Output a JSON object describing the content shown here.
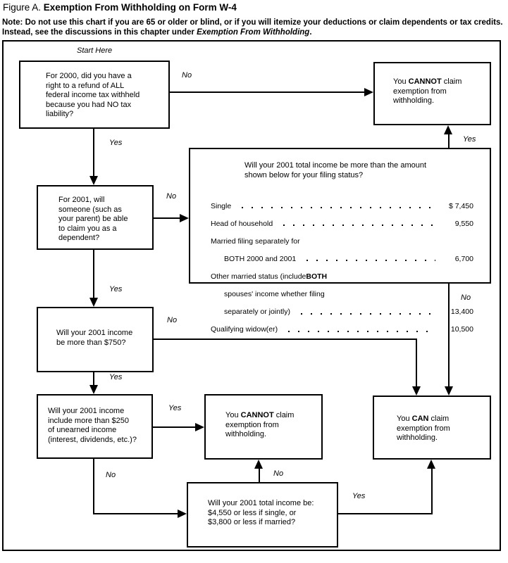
{
  "figure": {
    "label": "Figure A.",
    "title": "Exemption From Withholding on Form W-4"
  },
  "note": {
    "prefix": "Note:",
    "body": " Do not use this chart if you are 65 or older or blind, or if you will itemize your deductions or claim dependents or tax credits.\nInstead, see the discussions in this chapter under ",
    "emphasis": "Exemption From Withholding",
    "suffix": "."
  },
  "labels": {
    "start_here": "Start Here",
    "yes": "Yes",
    "no": "No"
  },
  "boxes": {
    "q_refund": {
      "text": "For 2000, did you have a\nright to a refund of ALL\nfederal income tax withheld\nbecause you had NO tax\nliability?"
    },
    "cannot_top": {
      "pre": "You ",
      "bold": "CANNOT",
      "post": " claim\nexemption  from\nwithholding."
    },
    "q_dependent": {
      "text": "For 2001, will\nsomeone (such as\nyour parent) be able\nto claim you as a\ndependent?"
    },
    "q_income_750": {
      "text": "Will your 2001 income\nbe more than $750?"
    },
    "q_unearned": {
      "text": "Will your 2001 income\ninclude more than $250\nof unearned income\n(interest, dividends, etc.)?"
    },
    "cannot_mid": {
      "pre": "You ",
      "bold": "CANNOT",
      "post": " claim\nexemption  from\nwithholding."
    },
    "can": {
      "pre": "You ",
      "bold": "CAN",
      "post": " claim\nexemption  from\nwithholding."
    },
    "q_total_income": {
      "text": "Will your 2001 total income be:\n$4,550 or less if single, or\n$3,800 or less if married?"
    },
    "income_table": {
      "heading": "Will your 2001 total income be more than the amount\nshown below for your filing status?",
      "rows": [
        {
          "label": "Single",
          "value": "$ 7,450"
        },
        {
          "label": "Head of household",
          "value": "9,550"
        },
        {
          "label": "Married filing separately for",
          "value": ""
        },
        {
          "label": "BOTH 2000 and 2001",
          "value": "6,700"
        },
        {
          "label": "Other married status (include ",
          "label_bold": "BOTH",
          "value": ""
        },
        {
          "label": "spouses' income whether filing",
          "value": ""
        },
        {
          "label": "separately or jointly)",
          "value": "13,400"
        },
        {
          "label": "Qualifying widow(er)",
          "value": "10,500"
        }
      ]
    }
  },
  "colors": {
    "ink": "#000000",
    "paper": "#ffffff"
  }
}
